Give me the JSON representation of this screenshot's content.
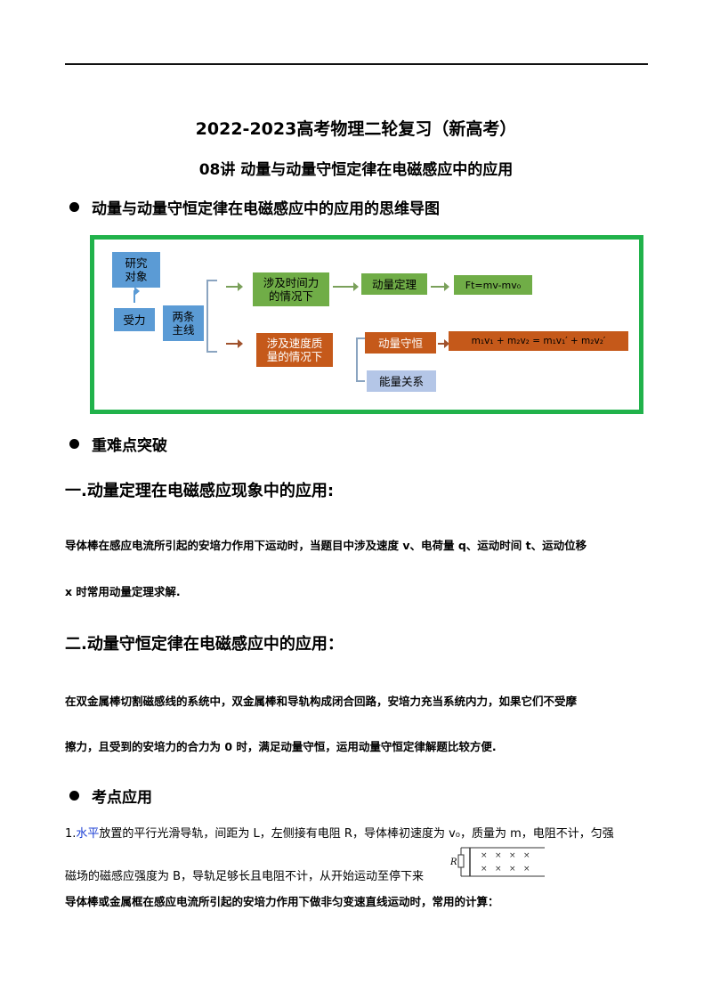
{
  "header": {
    "title": "2022-2023高考物理二轮复习（新高考）",
    "subtitle": "08讲  动量与动量守恒定律在电磁感应中的应用"
  },
  "mindmap": {
    "heading": "动量与动量守恒定律在电磁感应中的应用的思维导图",
    "research_object": "研究\n对象",
    "force": "受力",
    "two_lines": "两条\n主线",
    "time_force": "涉及时间力\n的情况下",
    "momentum_theorem": "动量定理",
    "ft_formula": "Ft=mv-mv₀",
    "speed_mass": "涉及速度质\n量的情况下",
    "momentum_conservation": "动量守恒",
    "conservation_formula": "m₁v₁ + m₂v₂ = m₁v₁′ + m₂v₂′",
    "energy_relation": "能量关系",
    "colors": {
      "frame": "#21b24b",
      "blue": "#5b9bd5",
      "green": "#70ad47",
      "orange": "#c5591a",
      "light_blue": "#b4c6e7"
    }
  },
  "key_points": {
    "heading": "重难点突破",
    "section1_title": "一.动量定理在电磁感应现象中的应用:",
    "section1_line1": "导体棒在感应电流所引起的安培力作用下运动时，当题目中涉及速度 v、电荷量 q、运动时间 t、运动位移",
    "section1_line2": "x 时常用动量定理求解.",
    "section2_title": "二.动量守恒定律在电磁感应中的应用：",
    "section2_line1": "在双金属棒切割磁感线的系统中，双金属棒和导轨构成闭合回路，安培力充当系统内力，如果它们不受摩",
    "section2_line2": "擦力，且受到的安培力的合力为 0 时，满足动量守恒，运用动量守恒定律解题比较方便."
  },
  "application": {
    "heading": "考点应用",
    "item1_number": "1.",
    "item1_highlight": "水平",
    "item1_line1_rest": "放置的平行光滑导轨，间距为 L，左侧接有电阻 R，导体棒初速度为 v₀，质量为 m，电阻不计，匀强",
    "item1_line2": "磁场的磁感应强度为 B，导轨足够长且电阻不计，从开始运动至停下来",
    "item1_line3": "导体棒或金属框在感应电流所引起的安培力作用下做非匀变速直线运动时，常用的计算：",
    "circuit_resistor_label": "R",
    "circuit_field_symbol": "×"
  }
}
